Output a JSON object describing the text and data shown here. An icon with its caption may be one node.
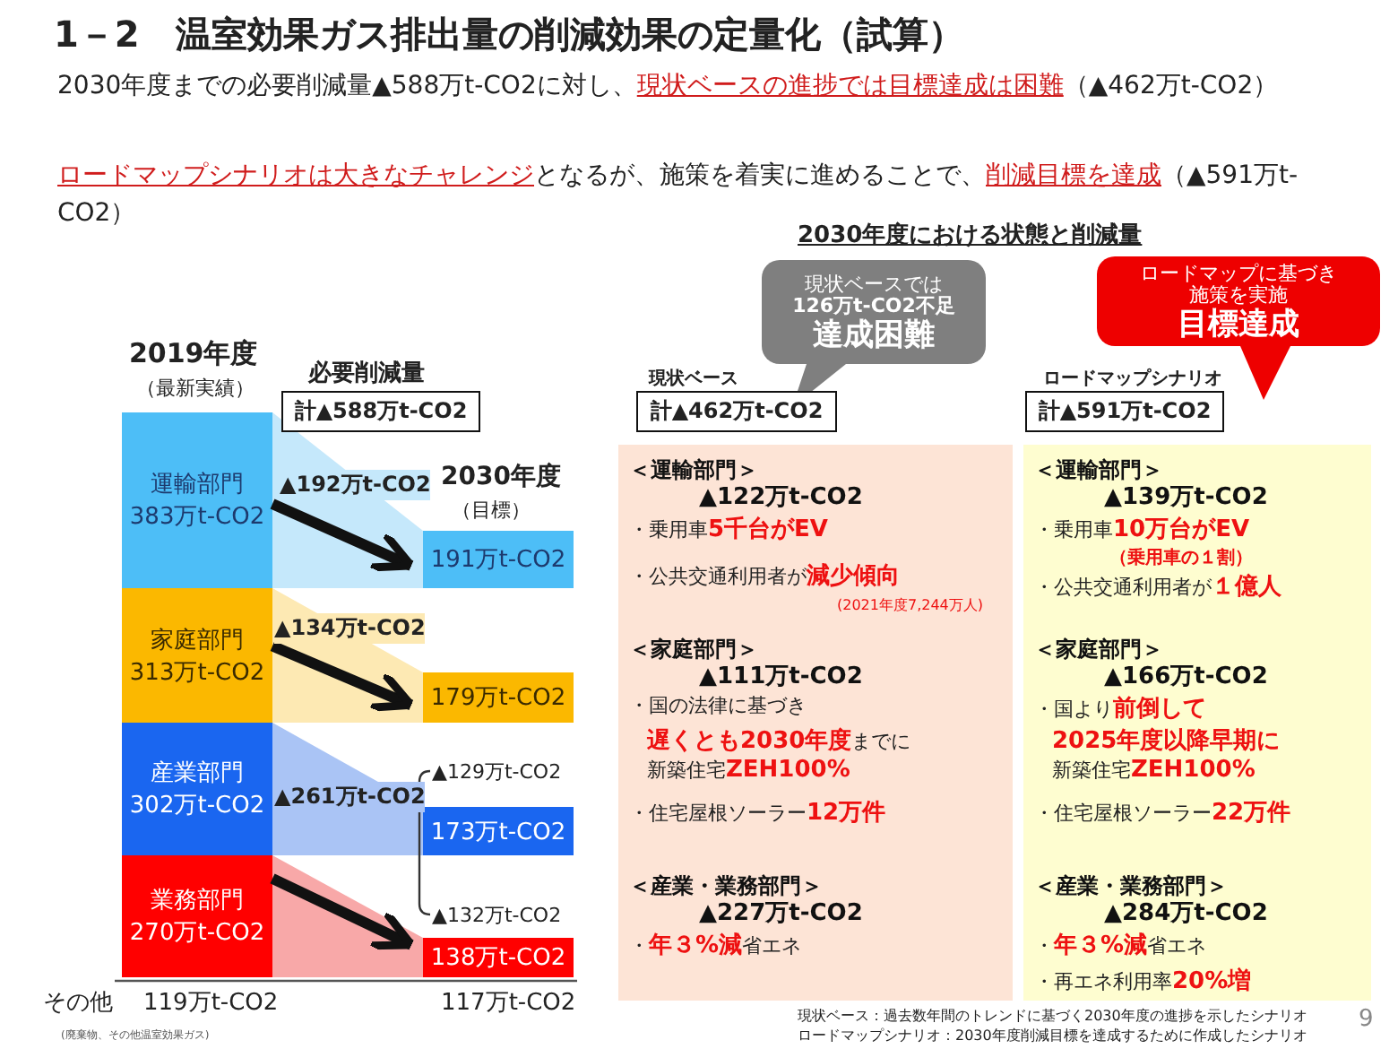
{
  "diagram": {
    "title": "1－2　温室効果ガス排出量の削減効果の定量化（試算）",
    "nodes": [
      {
        "text": [
          "運輸部門",
          "383万t-CO2"
        ]
      },
      {
        "text": [
          "家庭部門",
          "313万t-CO2"
        ]
      },
      {
        "text": [
          "産業部門",
          "302万t-CO2"
        ]
      },
      {
        "text": [
          "業務部門",
          "270万t-CO2"
        ]
      },
      {
        "text": [
          "191万t-CO2"
        ]
      },
      {
        "text": [
          "179万t-CO2"
        ]
      },
      {
        "text": [
          "173万t-CO2"
        ]
      },
      {
        "text": [
          "138万t-CO2"
        ]
      },
      {
        "text": [
          "計▲588万t-CO2"
        ]
      },
      {
        "text": [
          "現状ベースでは",
          "126万t-CO2不足",
          "達成困難"
        ]
      },
      {
        "text": [
          "ロードマップに基づき",
          "施策を実施",
          "目標達成"
        ]
      },
      {
        "text": [
          "計▲462万t-CO2"
        ]
      },
      {
        "text": [
          "計▲591万t-CO2"
        ]
      },
      {
        "text": [
          "＜運輸部門＞",
          "▲122万t-CO2",
          "・乗用車**5千台がEV**",
          "・公共交通利用者が**減少傾向**",
          "(2021年度7,244万人)",
          "＜家庭部門＞",
          "▲111万t-CO2",
          "・国の法律に基づき",
          "**遅くとも2030年度**までに",
          "新築住宅**ZEH100%**",
          "・住宅屋根ソーラー**12万件**",
          "＜産業・業務部門＞",
          "▲227万t-CO2",
          "・**年３%減**省エネ"
        ]
      },
      {
        "text": [
          "＜運輸部門＞",
          "▲139万t-CO2",
          "・乗用車**10万台がEV**",
          "（乗用車の１割）",
          "・公共交通利用者が**１億人**",
          "＜家庭部門＞",
          "▲166万t-CO2",
          "・国より**前倒して**",
          "**2025年度以降早期に**",
          "新築住宅**ZEH100%**",
          "・住宅屋根ソーラー**22万件**",
          "＜産業・業務部門＞",
          "▲284万t-CO2",
          "・**年３%減**省エネ",
          "・再エネ利用率**20%増**"
        ]
      }
    ],
    "edges": [
      {
        "from": 0,
        "to": 4,
        "arrow": "to",
        "label": "▲192万t-CO2"
      },
      {
        "from": 1,
        "to": 5,
        "arrow": "to",
        "label": "▲134万t-CO2"
      },
      {
        "from": 3,
        "to": 7,
        "arrow": "to"
      }
    ],
    "labels": [
      "2030年度までの必要削減量▲588万t-CO2に対し、**現状ベースの進捗では目標達成は困難**（▲462万t-CO2）",
      "**ロードマップシナリオは大きなチャレンジ**となるが、施策を着実に進めることで、**削減目標を達成**（▲591万t-CO2）",
      "2030年度における状態と削減量",
      "2019年度",
      "（最新実績）",
      "必要削減量",
      "2030年度",
      "（目標）",
      "▲261万t-CO2",
      "▲129万t-CO2",
      "▲132万t-CO2",
      "その他",
      "119万t-CO2",
      "117万t-CO2",
      "(廃棄物、その他温室効果ガス)",
      "現状ベース",
      "ロードマップシナリオ",
      "現状ベース：過去数年間のトレンドに基づく2030年度の進捗を示したシナリオ",
      "ロードマップシナリオ：2030年度削減目標を達成するために作成したシナリオ",
      "9"
    ]
  }
}
